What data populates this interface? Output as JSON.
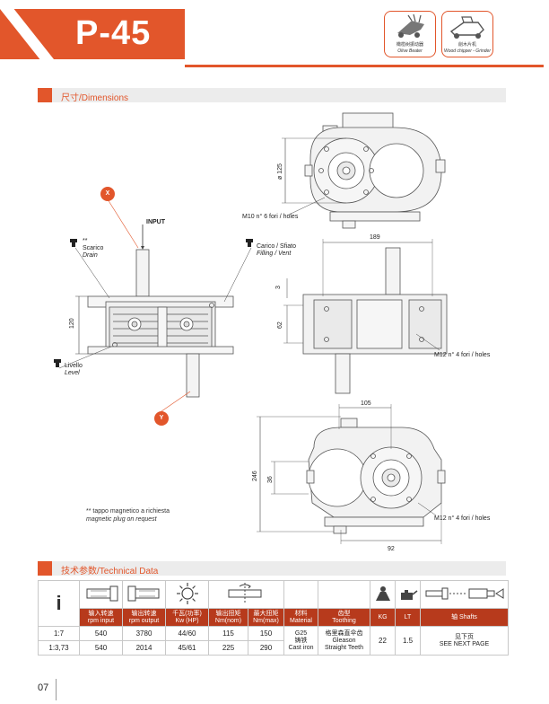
{
  "header": {
    "model": "P-45",
    "applications": [
      {
        "label_cn": "橄榄树振动器",
        "label_en": "Olive Beater",
        "icon": "olive-beater-icon"
      },
      {
        "label_cn": "削木片机",
        "label_en": "Wood chipper - Grinder",
        "icon": "wood-chipper-icon"
      }
    ]
  },
  "sections": {
    "dimensions": "尺寸/Dimensions",
    "technical": "技术参数/Technical Data"
  },
  "drawing_labels": {
    "badge_x": "X",
    "badge_y": "Y",
    "input": "INPUT",
    "drain_note": "**",
    "drain_it": "Scarico",
    "drain_en": "Drain",
    "fill_it": "Carico / Sfiato",
    "fill_en": "Filling / Vent",
    "level_it": "Livello",
    "level_en": "Level",
    "holes_m10": "M10 n° 6 fori / holes",
    "holes_m12_a": "M12 n° 4 fori / holes",
    "holes_m12_b": "M12 n° 4 fori / holes",
    "dim_120": "120",
    "dim_125": "ø 125",
    "dim_189": "189",
    "dim_3": "3",
    "dim_62": "62",
    "dim_105": "105",
    "dim_246": "246",
    "dim_92": "92",
    "dim_36": "36",
    "magnetic_it": "** tappo magnetico a richiesta",
    "magnetic_en": "magnetic plug on request"
  },
  "table": {
    "ratio_symbol": "i",
    "headers": [
      {
        "cn": "输入转速",
        "en": "rpm input"
      },
      {
        "cn": "输出转速",
        "en": "rpm output"
      },
      {
        "cn": "千瓦(功率)",
        "en": "Kw (HP)"
      },
      {
        "cn": "输出扭矩",
        "en": "Nm(nom)"
      },
      {
        "cn": "最大扭矩",
        "en": "Nm(max)"
      },
      {
        "cn": "材料",
        "en": "Material"
      },
      {
        "cn": "齿型",
        "en": "Toothing"
      },
      {
        "cn": "",
        "en": "KG"
      },
      {
        "cn": "",
        "en": "LT"
      },
      {
        "cn": "轴",
        "en": "Shafts"
      }
    ],
    "rows": [
      {
        "ratio": "1:7",
        "rpm_in": "540",
        "rpm_out": "3780",
        "kw": "44/60",
        "nm_nom": "115",
        "nm_max": "150"
      },
      {
        "ratio": "1:3,73",
        "rpm_in": "540",
        "rpm_out": "2014",
        "kw": "45/61",
        "nm_nom": "225",
        "nm_max": "290"
      }
    ],
    "material": {
      "line1": "G25",
      "line2": "铸铁",
      "line3": "Cast iron"
    },
    "toothing": {
      "line1": "格里森直伞齿",
      "line2": "Gleason",
      "line3": "Straight Teeth"
    },
    "kg": "22",
    "lt": "1.5",
    "shafts": {
      "line1": "见下页",
      "line2": "SEE NEXT PAGE"
    }
  },
  "page_number": "07",
  "colors": {
    "accent": "#e2562b",
    "header_cell": "#b73a1c",
    "drawing": "#555555"
  }
}
